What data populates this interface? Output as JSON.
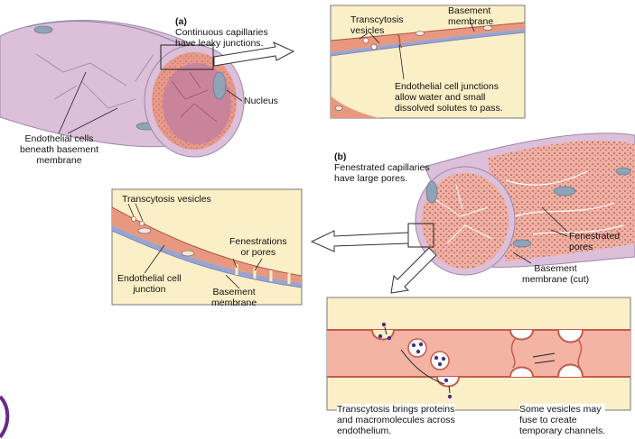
{
  "part_a": {
    "letter": "(a)",
    "title": "Continuous capillaries\nhave leaky junctions.",
    "nucleus": "Nucleus",
    "endothelial_cells": "Endothelial cells\nbeneath basement\nmembrane",
    "inset": {
      "transcytosis_vesicles": "Transcytosis\nvesicles",
      "basement_membrane": "Basement\nmembrane",
      "junction_note": "Endothelial cell junctions\nallow water and small\ndissolved solutes to pass."
    }
  },
  "part_b": {
    "letter": "(b)",
    "title": "Fenestrated capillaries\nhave large pores.",
    "fenestrated_pores": "Fenestrated\npores",
    "basement_membrane_cut": "Basement\nmembrane (cut)",
    "inset": {
      "transcytosis_vesicles": "Transcytosis vesicles",
      "fenestrations": "Fenestrations\nor pores",
      "endothelial_junction": "Endothelial cell\njunction",
      "basement_membrane": "Basement\nmembrane"
    }
  },
  "detail": {
    "transcytosis_note": "Transcytosis brings proteins\nand macromolecules across\nendothelium.",
    "vesicles_note": "Some vesicles may\nfuse to create\ntemporary channels."
  },
  "colors": {
    "vessel_outer": "#d7b8d6",
    "vessel_inner": "#c9839a",
    "cell_pink": "#f2a99b",
    "membrane_blue": "#8d9cc7",
    "cream": "#fbefc7",
    "nucleus": "#8fa3b7",
    "vesicle_dot": "#46318a"
  }
}
